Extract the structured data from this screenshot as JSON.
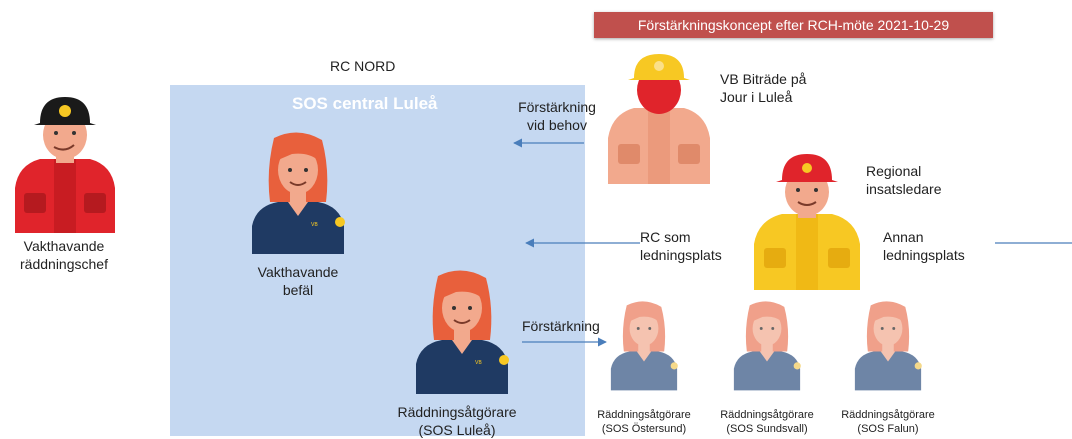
{
  "banner": {
    "text": "Förstärkningskoncept efter RCH-möte 2021-10-29"
  },
  "rc_nord": {
    "label": "RC NORD"
  },
  "sos_central": {
    "title": "SOS central Luleå"
  },
  "people": {
    "vakthavande_raddningschef": {
      "line1": "Vakthavande",
      "line2": "räddningschef"
    },
    "vakthavande_befal": {
      "line1": "Vakthavande",
      "line2": "befäl"
    },
    "raddningsatgorare_lulea": {
      "line1": "Räddningsåtgörare",
      "line2": "(SOS Luleå)"
    },
    "vb_bitrade": {
      "line1": "VB Biträde på",
      "line2": "Jour i Luleå"
    },
    "regional_insatsledare": {
      "line1": "Regional",
      "line2": "insatsledare"
    },
    "raddningsatgorare_ostersund": {
      "line1": "Räddningsåtgörare",
      "line2": "(SOS Östersund)"
    },
    "raddningsatgorare_sundsvall": {
      "line1": "Räddningsåtgörare",
      "line2": "(SOS Sundsvall)"
    },
    "raddningsatgorare_falun": {
      "line1": "Räddningsåtgörare",
      "line2": "(SOS Falun)"
    }
  },
  "arrow_labels": {
    "forstarkning_vid_behov": {
      "line1": "Förstärkning",
      "line2": "vid behov"
    },
    "rc_som_ledningsplats": {
      "line1": "RC som",
      "line2": "ledningsplats"
    },
    "annan_ledningsplats": {
      "line1": "Annan",
      "line2": "ledningsplats"
    },
    "forstarkning": {
      "line1": "Förstärkning"
    }
  },
  "colors": {
    "banner_bg": "#c0504d",
    "sos_box_bg": "#c5d8f1",
    "arrow": "#4a7ebb",
    "firefighter_red": "#e0242b",
    "firefighter_salmon": "#f2a98d",
    "firefighter_yellow": "#f7c823",
    "operator_navy": "#1f3a63",
    "operator_faded": "#6e85a6"
  }
}
